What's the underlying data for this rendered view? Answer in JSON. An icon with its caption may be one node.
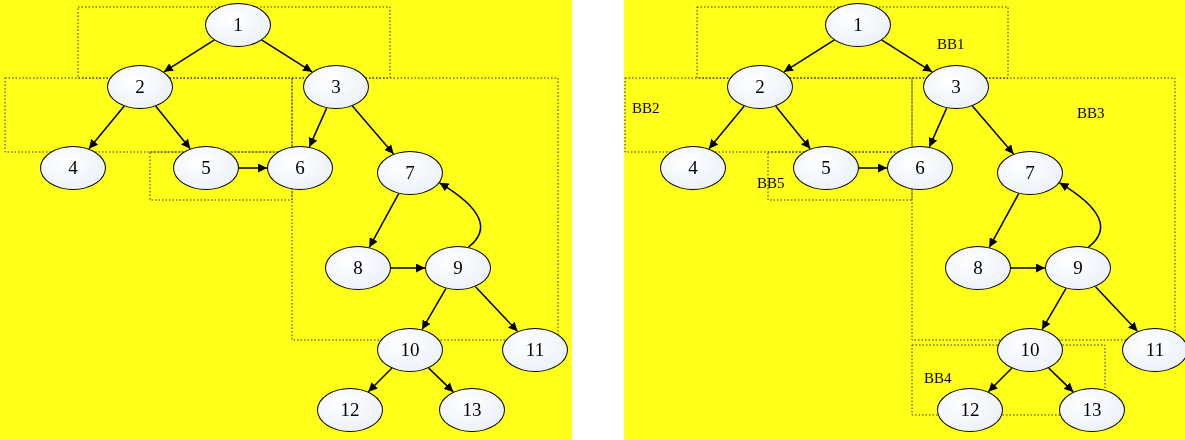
{
  "diagram": {
    "nodes": [
      {
        "text": [
          "1"
        ]
      },
      {
        "text": [
          "2"
        ]
      },
      {
        "text": [
          "3"
        ]
      },
      {
        "text": [
          "4"
        ]
      },
      {
        "text": [
          "5"
        ]
      },
      {
        "text": [
          "6"
        ]
      },
      {
        "text": [
          "7"
        ]
      },
      {
        "text": [
          "8"
        ]
      },
      {
        "text": [
          "9"
        ]
      },
      {
        "text": [
          "10"
        ]
      },
      {
        "text": [
          "11"
        ]
      },
      {
        "text": [
          "12"
        ]
      },
      {
        "text": [
          "13"
        ]
      },
      {
        "text": [
          "1"
        ]
      },
      {
        "text": [
          "2"
        ]
      },
      {
        "text": [
          "3"
        ]
      },
      {
        "text": [
          "4"
        ]
      },
      {
        "text": [
          "5"
        ]
      },
      {
        "text": [
          "6"
        ]
      },
      {
        "text": [
          "7"
        ]
      },
      {
        "text": [
          "8"
        ]
      },
      {
        "text": [
          "9"
        ]
      },
      {
        "text": [
          "10"
        ]
      },
      {
        "text": [
          "11"
        ]
      },
      {
        "text": [
          "12"
        ]
      },
      {
        "text": [
          "13"
        ]
      }
    ],
    "edges": [
      {
        "from": 0,
        "to": 1,
        "arrow": "to"
      },
      {
        "from": 0,
        "to": 2,
        "arrow": "to"
      },
      {
        "from": 1,
        "to": 3,
        "arrow": "to"
      },
      {
        "from": 1,
        "to": 4,
        "arrow": "to"
      },
      {
        "from": 2,
        "to": 5,
        "arrow": "to"
      },
      {
        "from": 2,
        "to": 6,
        "arrow": "to"
      },
      {
        "from": 4,
        "to": 5,
        "arrow": "to"
      },
      {
        "from": 6,
        "to": 7,
        "arrow": "to"
      },
      {
        "from": 7,
        "to": 8,
        "arrow": "to"
      },
      {
        "from": 8,
        "to": 9,
        "arrow": "to"
      },
      {
        "from": 8,
        "to": 10,
        "arrow": "to"
      },
      {
        "from": 8,
        "to": 6,
        "arrow": "to"
      },
      {
        "from": 9,
        "to": 11,
        "arrow": "to"
      },
      {
        "from": 9,
        "to": 12,
        "arrow": "to"
      },
      {
        "from": 13,
        "to": 14,
        "arrow": "to"
      },
      {
        "from": 13,
        "to": 15,
        "arrow": "to"
      },
      {
        "from": 14,
        "to": 16,
        "arrow": "to"
      },
      {
        "from": 14,
        "to": 17,
        "arrow": "to"
      },
      {
        "from": 15,
        "to": 18,
        "arrow": "to"
      },
      {
        "from": 15,
        "to": 19,
        "arrow": "to"
      },
      {
        "from": 17,
        "to": 18,
        "arrow": "to"
      },
      {
        "from": 19,
        "to": 20,
        "arrow": "to"
      },
      {
        "from": 20,
        "to": 21,
        "arrow": "to"
      },
      {
        "from": 21,
        "to": 22,
        "arrow": "to"
      },
      {
        "from": 21,
        "to": 23,
        "arrow": "to"
      },
      {
        "from": 21,
        "to": 19,
        "arrow": "to"
      },
      {
        "from": 22,
        "to": 24,
        "arrow": "to"
      },
      {
        "from": 22,
        "to": 25,
        "arrow": "to"
      }
    ],
    "labels": [
      "BB1",
      "BB2",
      "BB3",
      "BB5",
      "BB4"
    ]
  }
}
